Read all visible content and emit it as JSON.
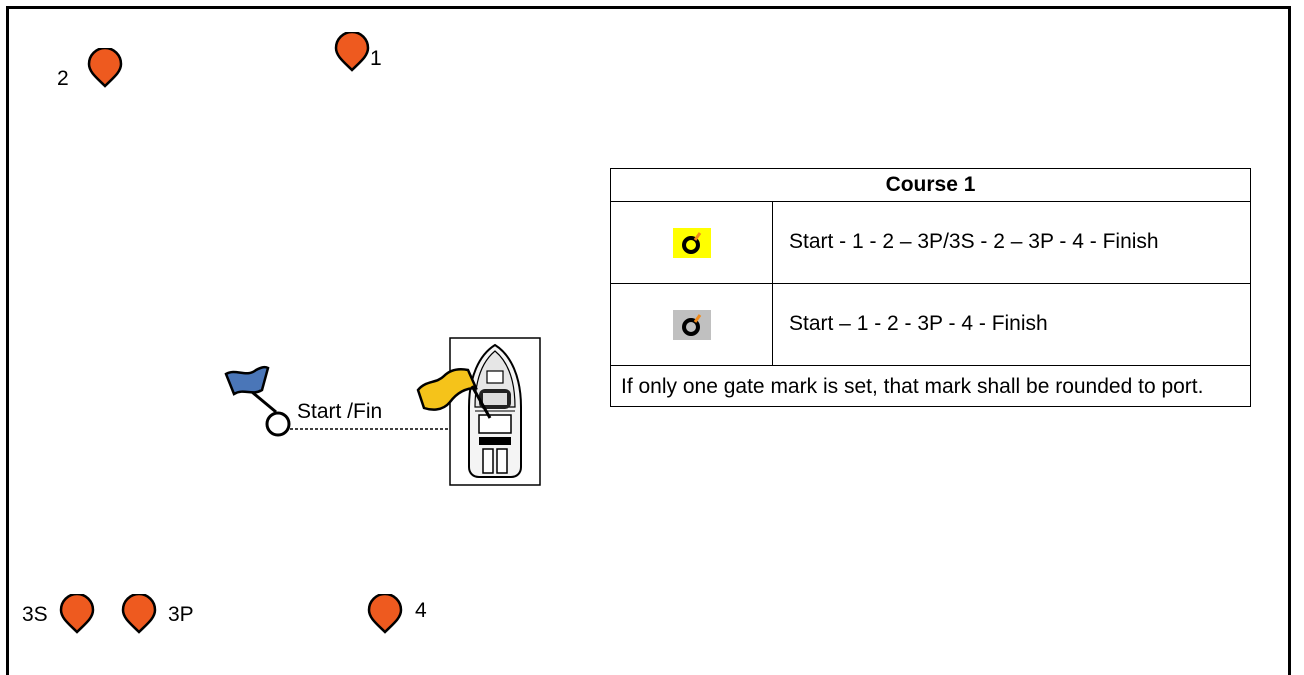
{
  "marks": [
    {
      "label": "2"
    },
    {
      "label": "1"
    },
    {
      "label": "3S"
    },
    {
      "label": "3P"
    },
    {
      "label": "4"
    }
  ],
  "start_label": "Start /Fin",
  "colors": {
    "mark": "#ee5a1f",
    "blue_flag": "#4a76b8",
    "yellow_flag": "#f5c31a",
    "highlight_yellow": "#ffff00",
    "highlight_grey": "#c0c0c0"
  },
  "icons": [
    "mark-buoy-icon",
    "blue-flag-icon",
    "yellow-flag-icon",
    "committee-boat-icon",
    "course-symbol-icon"
  ],
  "course": {
    "title": "Course 1",
    "rows": [
      {
        "highlight": "yellow",
        "text": "Start - 1 - 2 – 3P/3S - 2 – 3P - 4 - Finish"
      },
      {
        "highlight": "grey",
        "text": "Start – 1 - 2 - 3P - 4 - Finish"
      }
    ],
    "note": "If only one gate mark is set, that mark shall be rounded to port."
  }
}
